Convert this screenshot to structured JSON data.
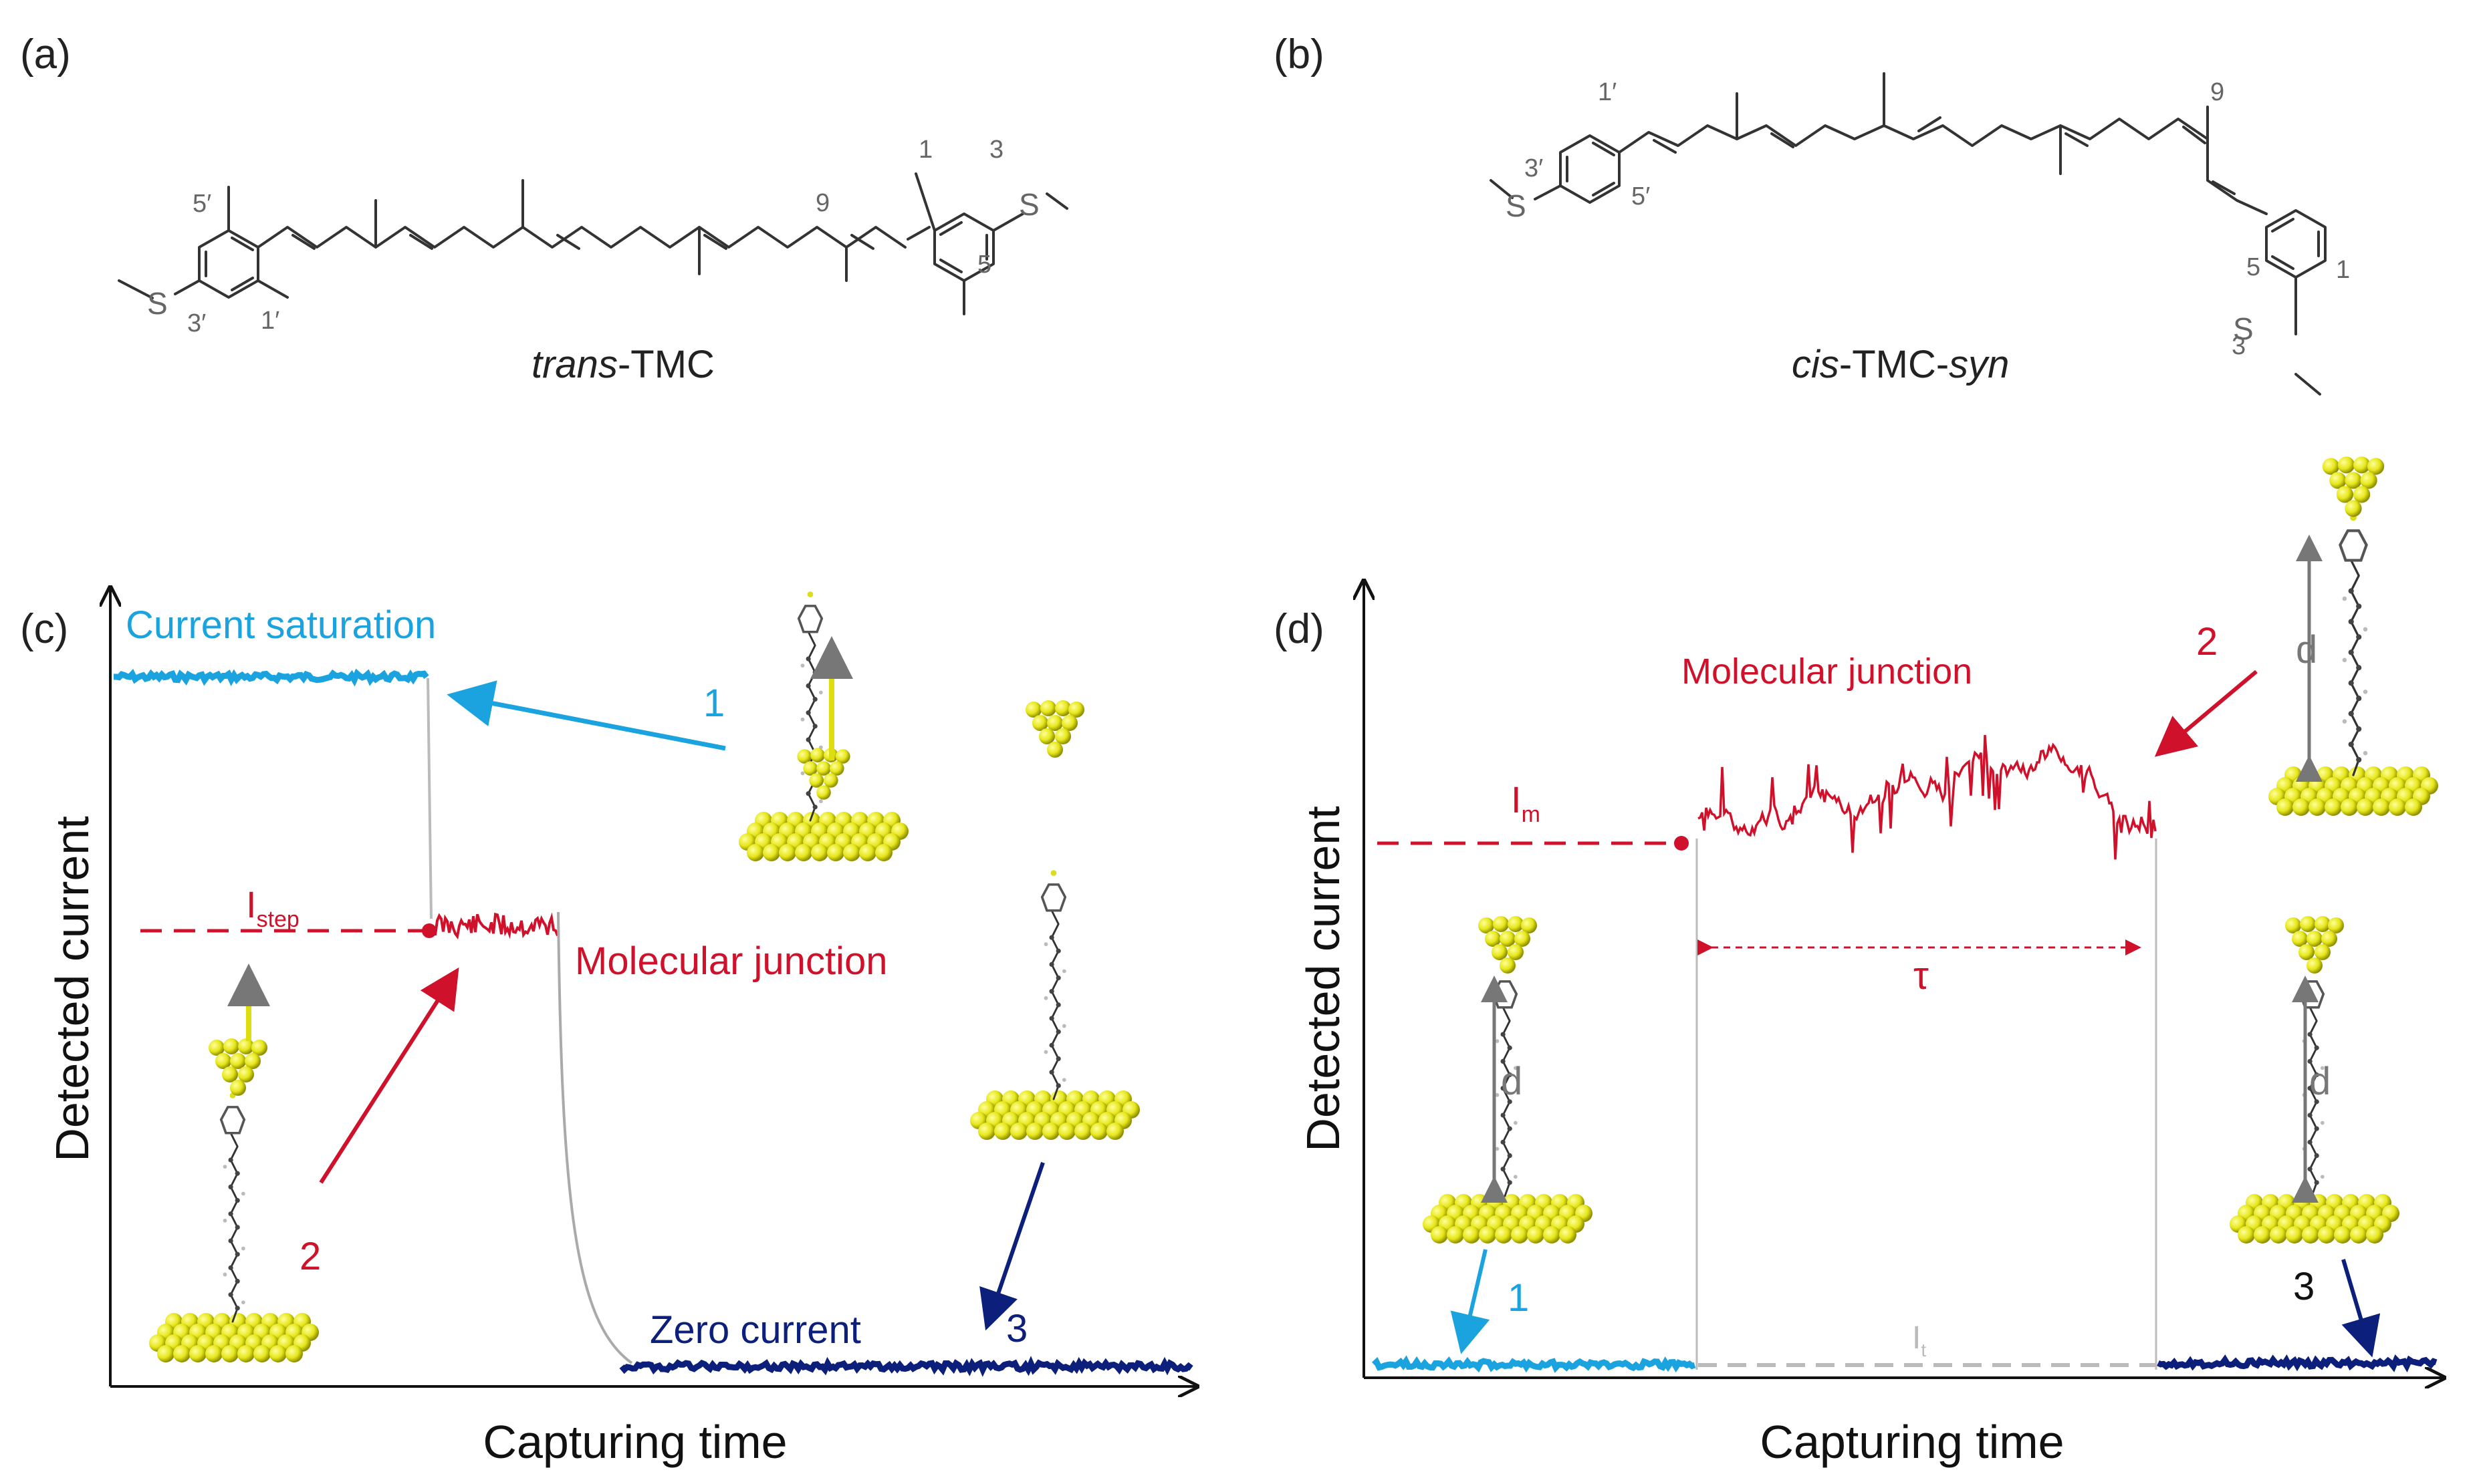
{
  "panels": {
    "a": {
      "label": "(a)",
      "caption_italic": "trans",
      "caption_rest": "-TMC",
      "atom_labels": [
        "5′",
        "3′",
        "1′",
        "1",
        "3",
        "5",
        "9"
      ],
      "sulfur": "S"
    },
    "b": {
      "label": "(b)",
      "caption_italic_1": "cis",
      "caption_mid": "-TMC-",
      "caption_italic_2": "syn",
      "atom_labels": [
        "1′",
        "3′",
        "5′",
        "9",
        "5",
        "1",
        "3"
      ],
      "sulfur": "S"
    },
    "c": {
      "label": "(c)",
      "ylabel": "Detected current",
      "xlabel": "Capturing time",
      "saturation_label": "Current saturation",
      "junction_label": "Molecular junction",
      "zero_label": "Zero current",
      "istep_main": "I",
      "istep_sub": "step",
      "step_1": "1",
      "step_2": "2",
      "step_3": "3"
    },
    "d": {
      "label": "(d)",
      "ylabel": "Detected current",
      "xlabel": "Capturing time",
      "junction_label": "Molecular junction",
      "im_main": "I",
      "im_sub": "m",
      "it_main": "I",
      "it_sub": "t",
      "tau": "τ",
      "distance": "d",
      "step_1": "1",
      "step_2": "2",
      "step_3": "3"
    }
  },
  "colors": {
    "light_blue": "#1aa3de",
    "dark_blue": "#0c1f7a",
    "red": "#d0112b",
    "gold": "#e8e81c",
    "gray": "#aaaaaa"
  }
}
